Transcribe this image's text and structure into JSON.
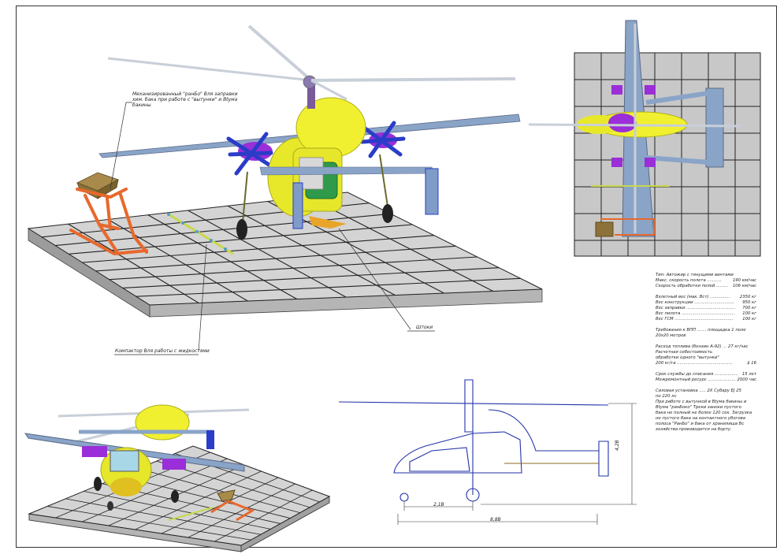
{
  "annotations": {
    "hopper_note": [
      "Механизированный \"ранБо\" Вля заправки",
      "хим. бака при работе с \"вытунки\" и Вtума",
      "бакины"
    ],
    "boom_note": "Компактор Вля работы с жидкостями",
    "pipe_note": "Штоки"
  },
  "dimensions": {
    "height": "4,2B",
    "wheelbase": "2,1B",
    "overall_length": "8,8B"
  },
  "specs": {
    "block1": [
      {
        "label": "Тип: Автожир с тянущими винтами",
        "value": ""
      },
      {
        "label": "Макс. скорость полета ...........",
        "value": "190 км/час"
      },
      {
        "label": "Скорость обработки полей .........",
        "value": "106 км/час"
      }
    ],
    "block2": [
      {
        "label": "Взлетный вес (мак. Вст) ...............",
        "value": "2350 кг"
      },
      {
        "label": "Вес конструкции ..............................",
        "value": "950 кг"
      },
      {
        "label": "Вес заправки .....................................",
        "value": "700 кг"
      },
      {
        "label": "Вес пилота ........................................",
        "value": "100 кг"
      },
      {
        "label": "Вес ГСМ ............................................",
        "value": "100 кг"
      }
    ],
    "block3": [
      {
        "label": "Требования к ВПП ....... площадка 1 поле",
        "value": ""
      },
      {
        "label": "                                    20х20 метров",
        "value": ""
      }
    ],
    "block4": [
      {
        "label": "Расход топлива (бензин А-92) ... 27 кг/час",
        "value": ""
      },
      {
        "label": "Расчетная себестоимость",
        "value": ""
      },
      {
        "label": "обработки одного \"вытунки\"",
        "value": ""
      },
      {
        "label": "200 кг/га ..........................................",
        "value": "$ 16"
      }
    ],
    "block5": [
      {
        "label": "Срок службы до списания ..................",
        "value": "15 лет"
      },
      {
        "label": "Межремонтный ресурс .....................",
        "value": "2000 час"
      }
    ],
    "block6": [
      {
        "label": "Силовая установка ..... 2Х Субару EJ 25",
        "value": ""
      },
      {
        "label": "                                           по 220 лс",
        "value": ""
      },
      {
        "label": "При работе с вытункой в Вtума бакины и",
        "value": ""
      },
      {
        "label": "Вtума \"ранБоко\" Треки заноки пустого",
        "value": ""
      },
      {
        "label": "бака не полный не более 120 сек. Загрузка",
        "value": ""
      },
      {
        "label": "не пустого бака на контактного убогова",
        "value": ""
      },
      {
        "label": "полоса \"РанБо\" и бака от хранилища Вс",
        "value": ""
      },
      {
        "label": "хозяйства производится на борту.",
        "value": ""
      }
    ]
  }
}
